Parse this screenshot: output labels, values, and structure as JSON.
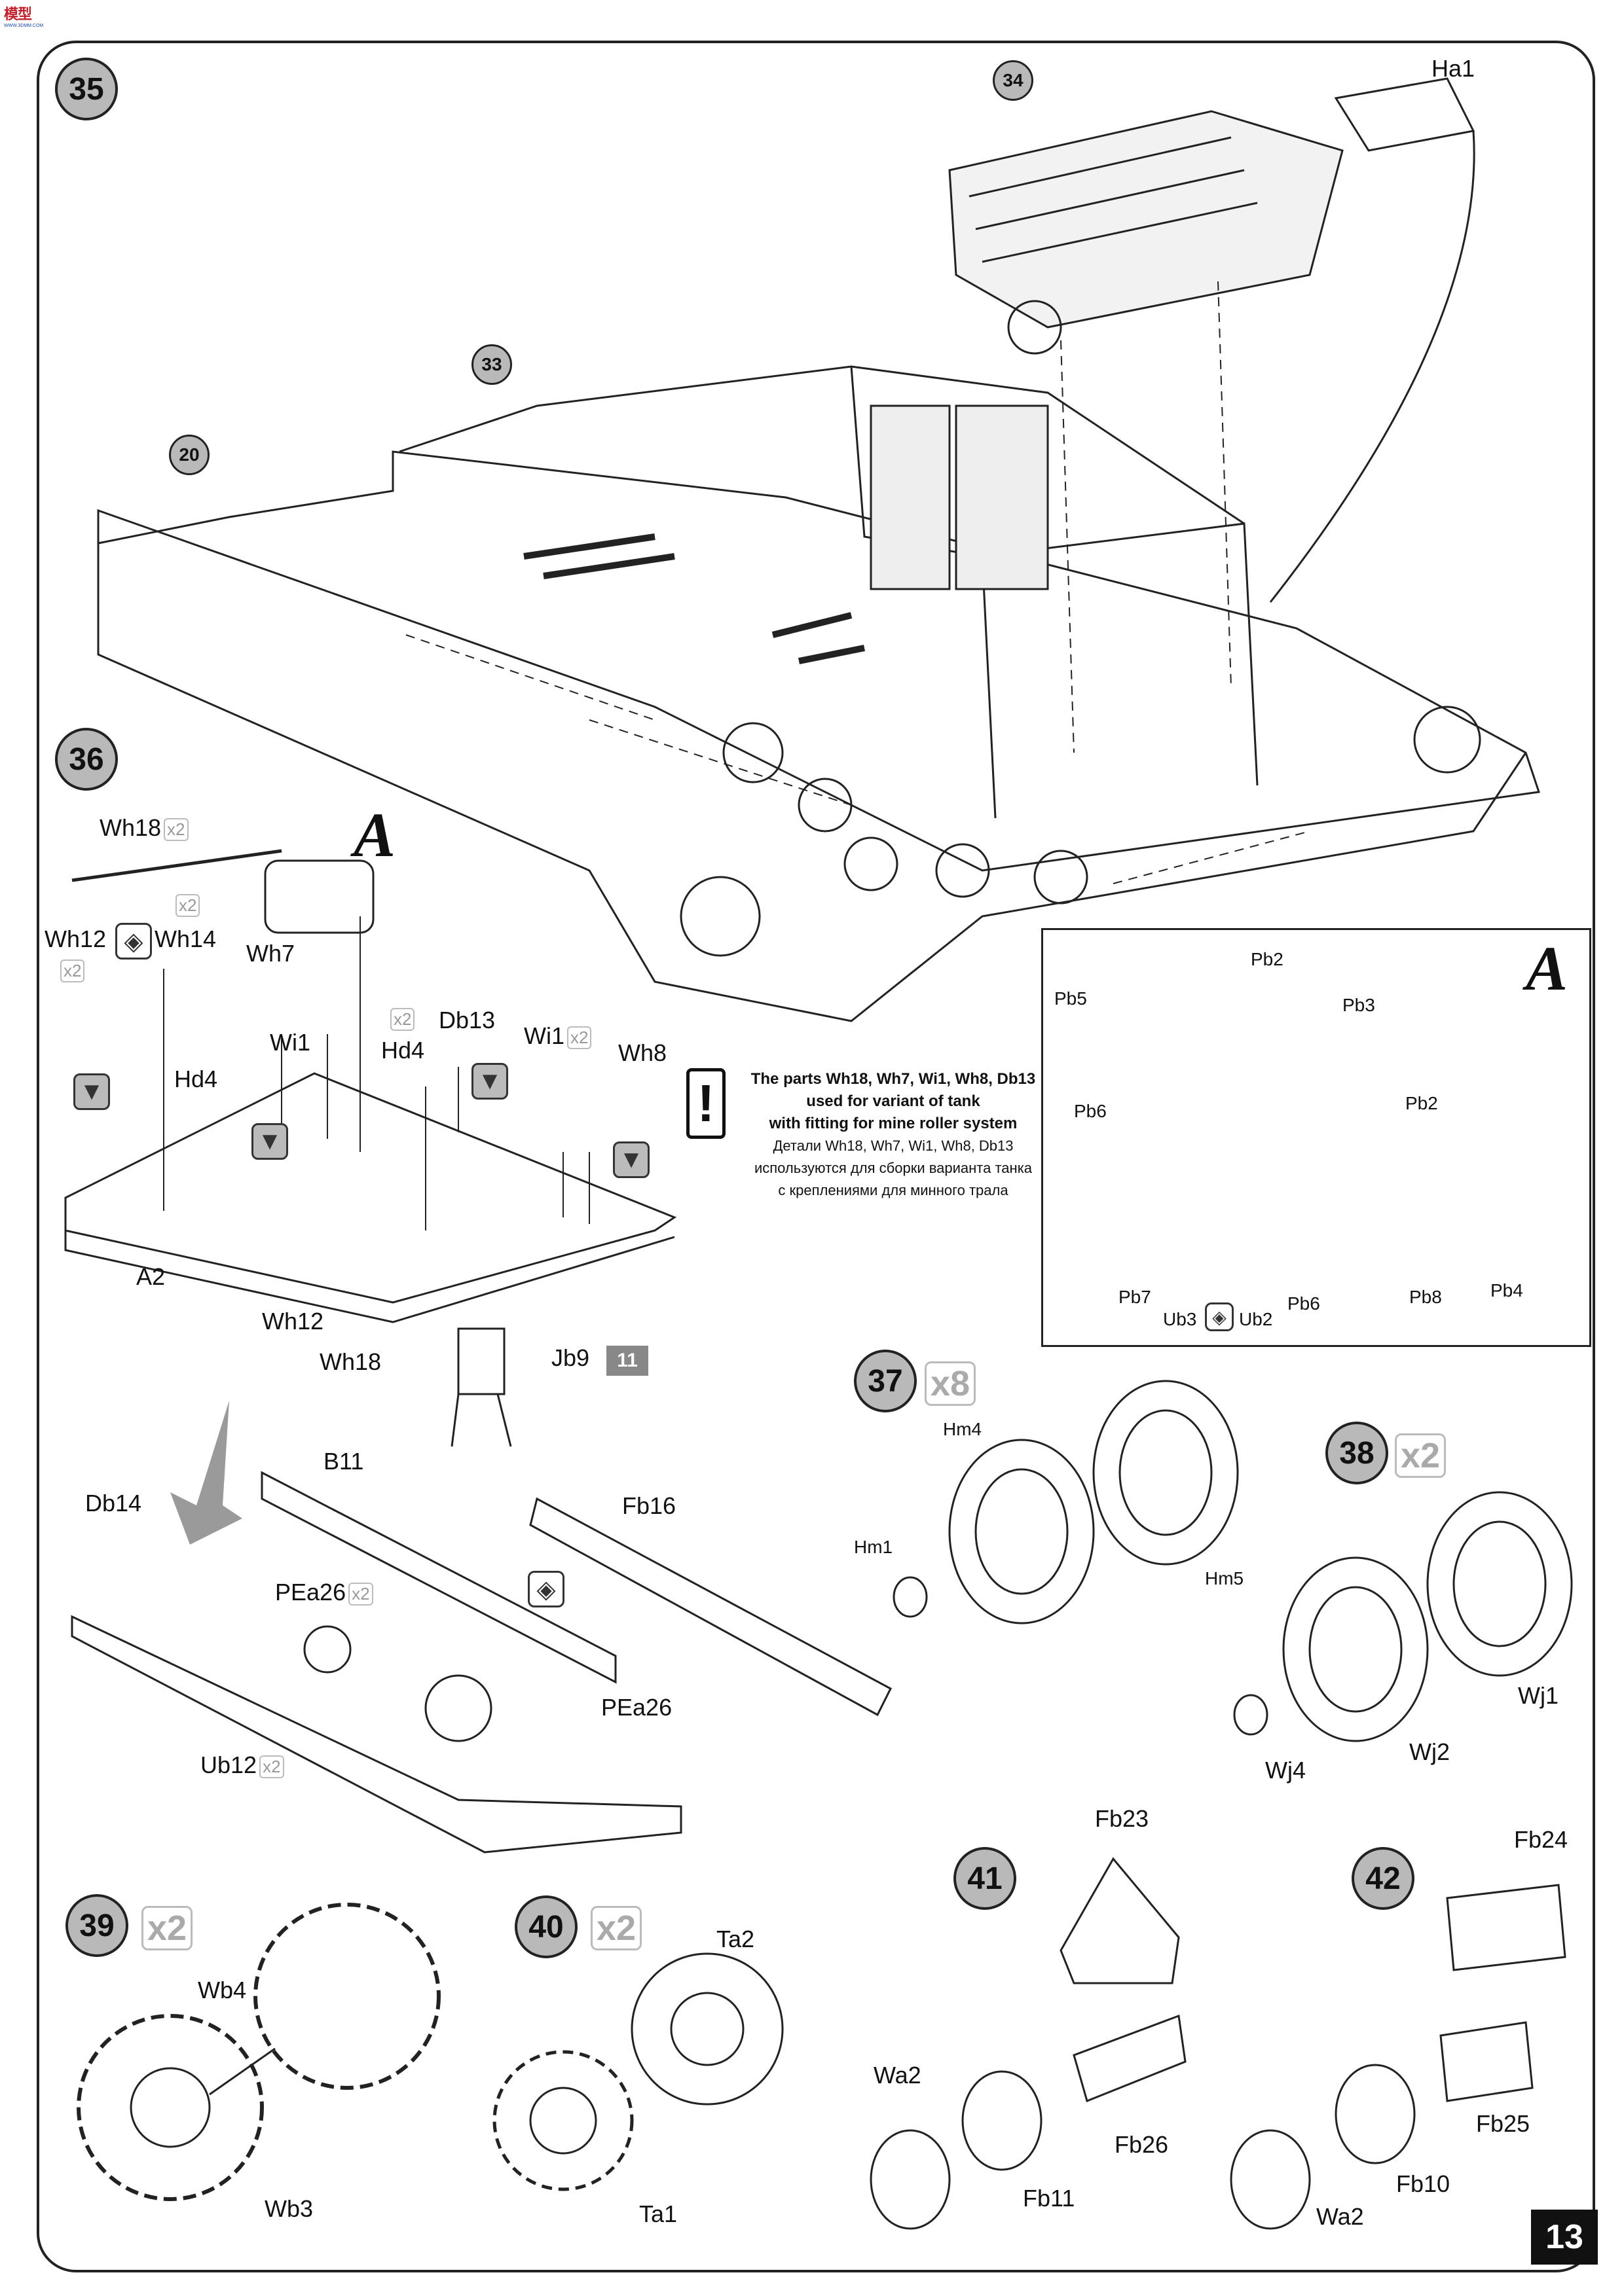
{
  "page": {
    "number": "13"
  },
  "logo": {
    "mark": "模型",
    "sub": "WWW.3DMM.COM"
  },
  "steps": {
    "s35": "35",
    "s36": "36",
    "s37": "37",
    "s38": "38",
    "s39": "39",
    "s40": "40",
    "s41": "41",
    "s42": "42"
  },
  "step_refs": {
    "r20": "20",
    "r33": "33",
    "r34": "34"
  },
  "multipliers": {
    "m37": "x8",
    "m38": "x2",
    "m39": "x2",
    "m40": "x2"
  },
  "x2": "x2",
  "step35": {
    "ha1": "Ha1"
  },
  "step36": {
    "wh18": "Wh18",
    "wh12": "Wh12",
    "wh14": "Wh14",
    "wh7": "Wh7",
    "wi1": "Wi1",
    "hd4": "Hd4",
    "hd4b": "Hd4",
    "db13": "Db13",
    "wi1b": "Wi1",
    "wh8": "Wh8",
    "a2": "A2",
    "wh12b": "Wh12",
    "wh18b": "Wh18",
    "jb9": "Jb9",
    "jb9_ref": "11",
    "A": "A",
    "b11": "B11",
    "fb16": "Fb16",
    "db14": "Db14",
    "pea26": "PEa26",
    "pea26b": "PEa26",
    "ub12": "Ub12"
  },
  "note": {
    "en_line1": "The parts Wh18, Wh7, Wi1, Wh8, Db13",
    "en_line2": "used for variant of tank",
    "en_line3": "with fitting for mine roller system",
    "ru_line1": "Детали Wh18, Wh7, Wi1, Wh8, Db13",
    "ru_line2": "используются для сборки варианта танка",
    "ru_line3": "с креплениями для минного трала"
  },
  "panelA": {
    "title": "A",
    "pb5": "Pb5",
    "pb2": "Pb2",
    "pb3": "Pb3",
    "pb2b": "Pb2",
    "pb6": "Pb6",
    "pb6b": "Pb6",
    "pb7": "Pb7",
    "pb8": "Pb8",
    "pb4": "Pb4",
    "ub3": "Ub3",
    "ub2": "Ub2"
  },
  "step37": {
    "hm4": "Hm4",
    "hm1": "Hm1",
    "hm5": "Hm5"
  },
  "step38": {
    "wj1": "Wj1",
    "wj2": "Wj2",
    "wj4": "Wj4"
  },
  "step39": {
    "wb4": "Wb4",
    "wb3": "Wb3"
  },
  "step40": {
    "ta2": "Ta2",
    "ta1": "Ta1"
  },
  "step41": {
    "fb23": "Fb23",
    "wa2": "Wa2",
    "fb26": "Fb26",
    "fb11": "Fb11"
  },
  "step42": {
    "fb24": "Fb24",
    "fb25": "Fb25",
    "fb10": "Fb10",
    "wa2": "Wa2"
  }
}
